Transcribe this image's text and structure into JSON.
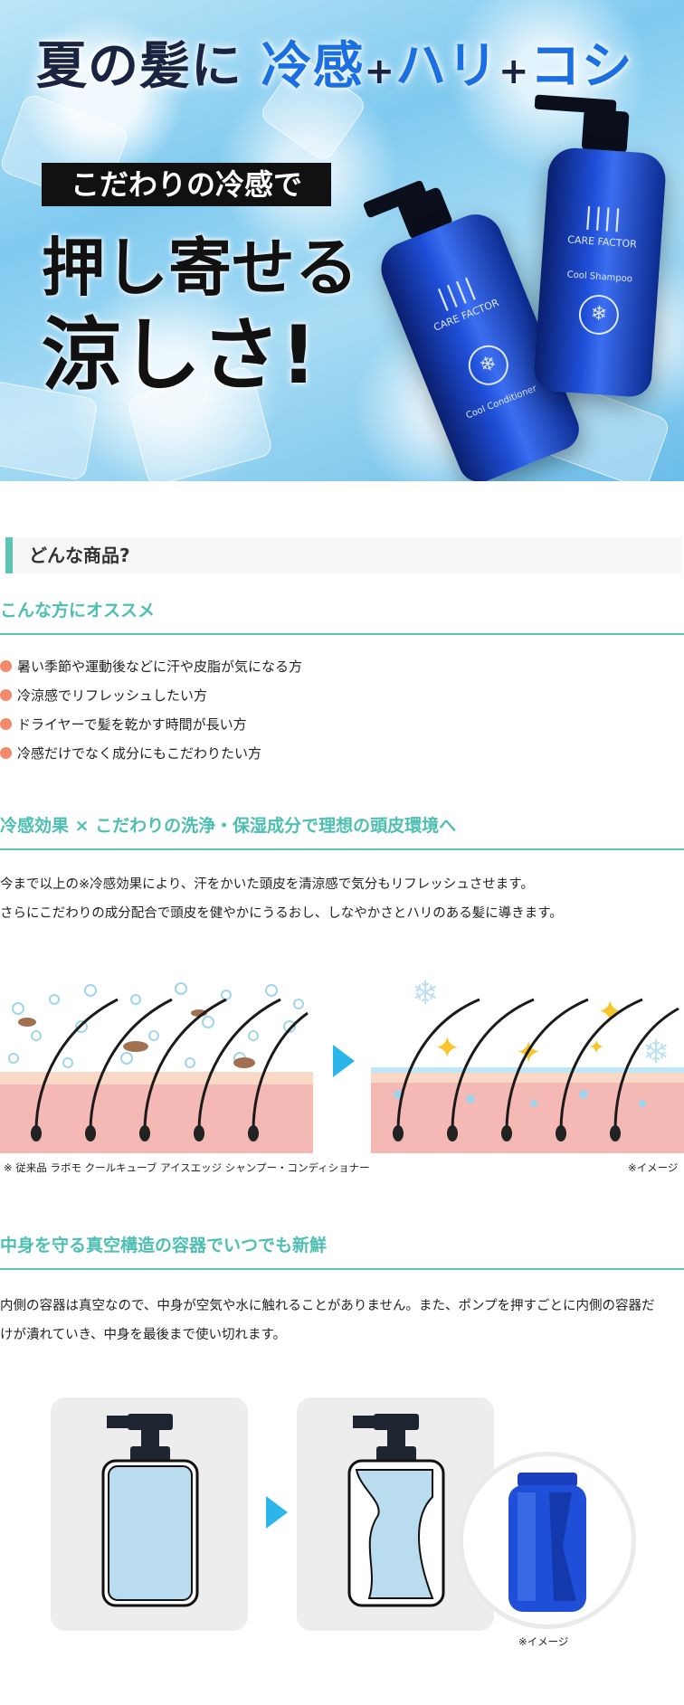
{
  "hero": {
    "title_a": "夏の髪に",
    "title_b": "冷感",
    "plus": "+",
    "title_c": "ハリ",
    "title_d": "コシ",
    "banner": "こだわりの冷感で",
    "big1": "押し寄せる",
    "big2": "涼しさ!",
    "bottle_brand": "CARE FACTOR",
    "bottle_left_name": "Cool Conditioner",
    "bottle_right_name": "Cool Shampoo"
  },
  "product_question": "どんな商品?",
  "recommend": {
    "title": "こんな方にオススメ",
    "items": [
      "暑い季節や運動後などに汗や皮脂が気になる方",
      "冷涼感でリフレッシュしたい方",
      "ドライヤーで髪を乾かす時間が長い方",
      "冷感だけでなく成分にもこだわりたい方"
    ]
  },
  "effect": {
    "title": "冷感効果 × こだわりの洗浄・保湿成分で理想の頭皮環境へ",
    "para1": "今まで以上の※冷感効果により、汗をかいた頭皮を清涼感で気分もリフレッシュさせます。",
    "para2": "さらにこだわりの成分配合で頭皮を健やかにうるおし、しなやかさとハリのある髪に導きます。",
    "note_left": "※ 従来品 ラボモ クールキューブ アイスエッジ シャンプー・コンディショナー",
    "note_right": "※イメージ"
  },
  "container": {
    "title": "中身を守る真空構造の容器でいつでも新鮮",
    "para1": "内側の容器は真空なので、中身が空気や水に触れることがありません。また、ポンプを押すごとに内側の容器だ",
    "para2": "けが潰れていき、中身を最後まで使い切れます。",
    "note": "※イメージ"
  },
  "colors": {
    "accent": "#4dbfb0",
    "bullet": "#f08a6a",
    "arrow": "#2bb5e8"
  }
}
